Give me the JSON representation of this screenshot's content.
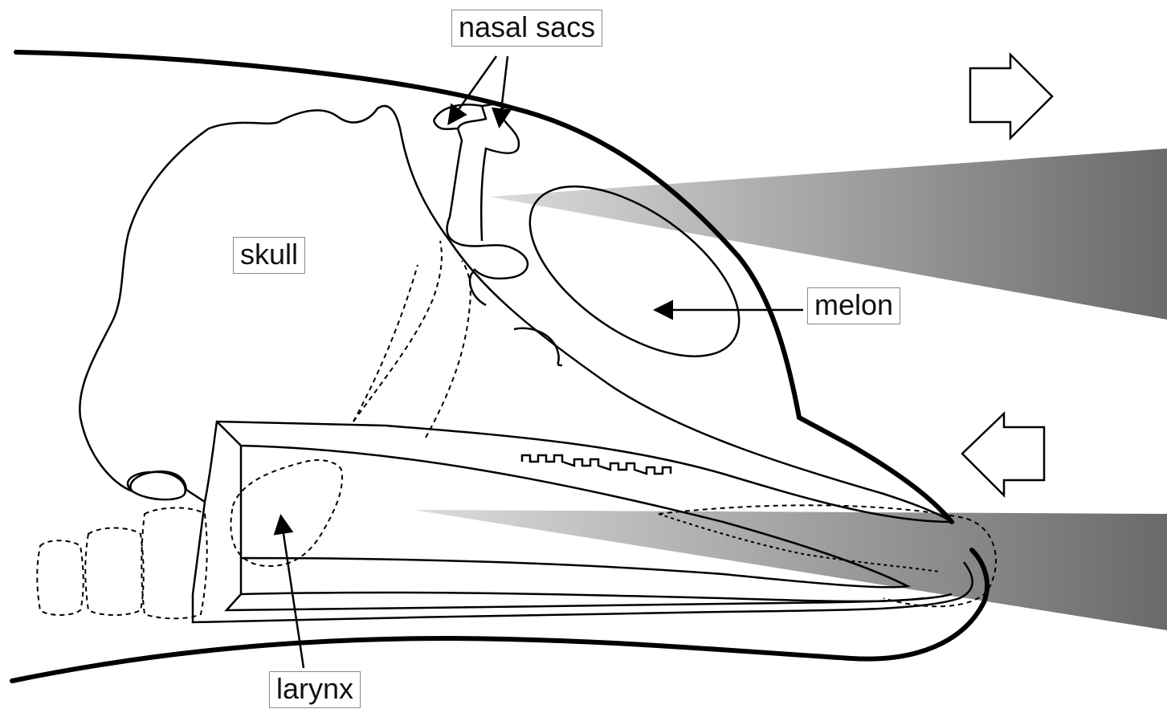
{
  "labels": {
    "nasal_sacs": "nasal sacs",
    "skull": "skull",
    "melon": "melon",
    "larynx": "larynx"
  },
  "colors": {
    "outline": "#000000",
    "beam_light": "#d6d6d6",
    "beam_dark": "#6e6e6e",
    "label_border": "#8a8a8a"
  },
  "icons": {
    "outgoing": "arrow-right-outline",
    "incoming": "arrow-left-outline"
  }
}
